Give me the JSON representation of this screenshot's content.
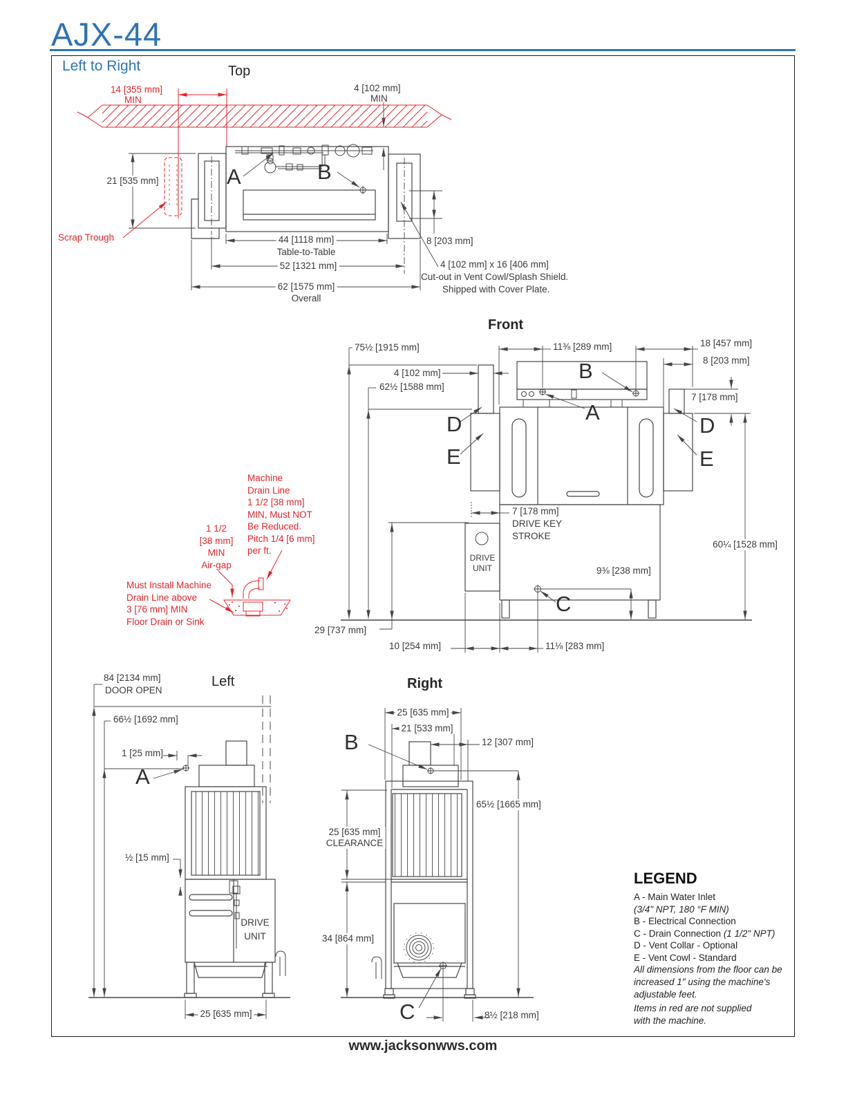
{
  "header": {
    "title": "AJX-44",
    "subtitle": "Left to Right"
  },
  "footer": {
    "url": "www.jacksonwws.com"
  },
  "top_view": {
    "label": "Top",
    "dims": {
      "wall_min": "14 [355 mm]",
      "wall_min2": "MIN",
      "gap_min": "4 [102 mm]",
      "gap_min2": "MIN",
      "depth": "21 [535 mm]",
      "table": "44 [1118 mm]",
      "table_caption": "Table-to-Table",
      "vent": "8 [203 mm]",
      "mid": "52 [1321 mm]",
      "overall": "62 [1575 mm]",
      "overall_caption": "Overall"
    },
    "scrap_trough": "Scrap Trough",
    "cutout_note_1": "4 [102 mm] x 16 [406 mm]",
    "cutout_note_2": "Cut-out in Vent Cowl/Splash Shield.",
    "cutout_note_3": "Shipped with Cover Plate.",
    "label_a": "A",
    "label_b": "B"
  },
  "front_view": {
    "label": "Front",
    "dims": {
      "h_overall": "75½ [1915 mm]",
      "h_cowl": "62½ [1588 mm]",
      "duct_w": "4 [102 mm]",
      "inlet_x": "11⅜  [289 mm]",
      "elec_x": "18 [457 mm]",
      "cowl_w": "8 [203 mm]",
      "collar_h": "7 [178 mm]",
      "drive_key": "7 [178 mm]\nDRIVE KEY\nSTROKE",
      "drain_h": "9⅜  [238 mm]",
      "h_table": "60¼ [1528 mm]",
      "h_drive": "29 [737 mm]",
      "drive_w": "10 [254 mm]",
      "drain_x": "11⅛  [283 mm]"
    },
    "drive_unit": "DRIVE\nUNIT",
    "label_a": "A",
    "label_b": "B",
    "label_c": "C",
    "label_d": "D",
    "label_e": "E"
  },
  "drain_notes": {
    "note_drain_line": "Machine\nDrain Line\n1 1/2 [38 mm]\nMIN, Must NOT\nBe Reduced.\nPitch 1/4 [6 mm]\nper ft.",
    "note_air_gap": "1 1/2\n[38 mm]\nMIN\nAir-gap",
    "note_floor_drain": "Must Install Machine\nDrain Line above\n3 [76 mm] MIN\nFloor Drain or Sink"
  },
  "left_view": {
    "label": "Left",
    "dims": {
      "door_open": "84 [2134 mm]",
      "door_open_caption": "DOOR OPEN",
      "h_inlet": "66½  [1692 mm]",
      "inlet_offset": "1 [25 mm]",
      "half": "½ [15 mm]",
      "width": "25 [635 mm]"
    },
    "drive_unit": "DRIVE\nUNIT",
    "label_a": "A"
  },
  "right_view": {
    "label": "Right",
    "dims": {
      "width": "25 [635 mm]",
      "door_w": "21 [533 mm]",
      "vent_offset": "12 [307 mm]",
      "h_elec": "65½  [1665 mm]",
      "clearance": "25 [635 mm]\nCLEARANCE",
      "h_lower": "34 [864 mm]",
      "drain_offset": "8½ [218 mm]"
    },
    "label_b": "B",
    "label_c": "C"
  },
  "legend": {
    "title": "LEGEND",
    "item_a": "A - Main Water Inlet",
    "item_a_detail": "(3/4\" NPT, 180 °F MIN)",
    "item_b": "B - Electrical Connection",
    "item_c": "C - Drain Connection ",
    "item_c_detail": "(1 1/2\" NPT)",
    "item_d": "D - Vent Collar - Optional",
    "item_e": "E - Vent Cowl - Standard",
    "note_feet": "All dimensions from the floor can be\nincreased 1\" using the machine's\nadjustable feet.",
    "note_red": "Items in red are not supplied\nwith the machine."
  },
  "colors": {
    "accent_blue": "#2d74b6",
    "drawing_red": "#e5242b",
    "line": "#454545"
  }
}
